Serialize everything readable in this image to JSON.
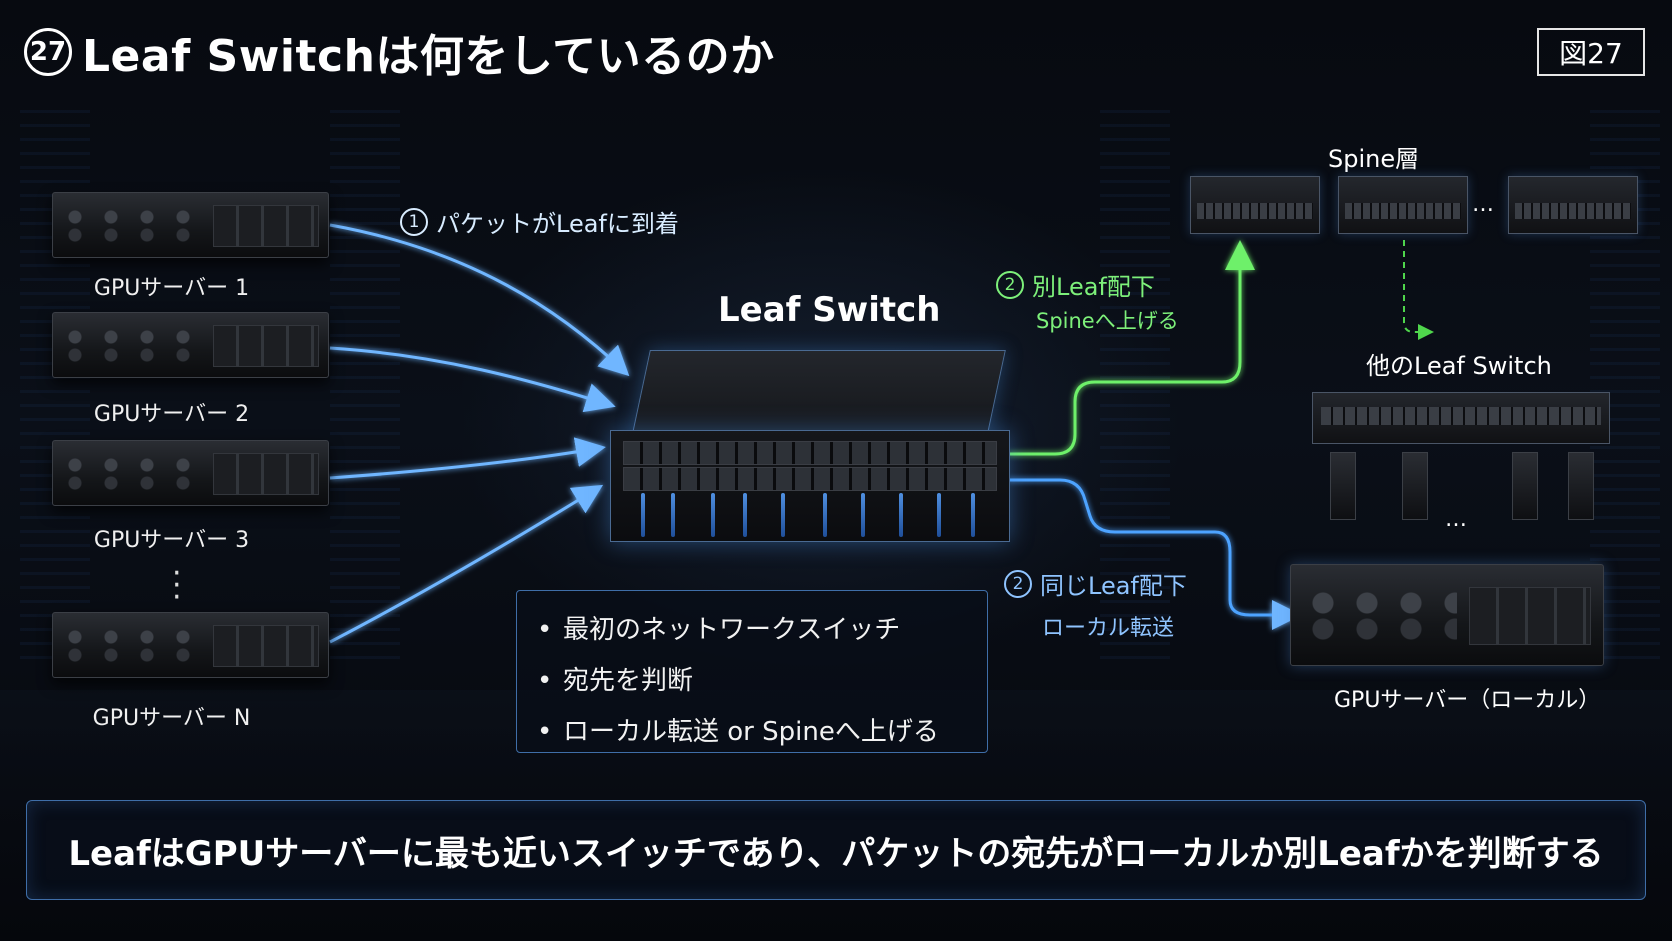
{
  "title": {
    "number": "27",
    "text": "Leaf Switchは何をしているのか"
  },
  "figure_badge": "図27",
  "servers": [
    {
      "label": "GPUサーバー 1"
    },
    {
      "label": "GPUサーバー 2"
    },
    {
      "label": "GPUサーバー 3"
    },
    {
      "label": "GPUサーバー N"
    }
  ],
  "step1": {
    "number": "1",
    "label": "パケットがLeafに到着"
  },
  "leaf": {
    "title": "Leaf Switch"
  },
  "step2_spine": {
    "number": "2",
    "line1": "別Leaf配下",
    "line2": "Spineへ上げる"
  },
  "step2_local": {
    "number": "2",
    "line1": "同じLeaf配下",
    "line2": "ローカル転送"
  },
  "spine": {
    "label": "Spine層",
    "ellipsis": "…"
  },
  "other_leaf": {
    "label": "他のLeaf Switch",
    "ellipsis": "…"
  },
  "local_server": {
    "label": "GPUサーバー（ローカル）"
  },
  "info_box": {
    "items": [
      "最初のネットワークスイッチ",
      "宛先を判断",
      "ローカル転送 or Spineへ上げる"
    ],
    "bullet": "•"
  },
  "summary": "LeafはGPUサーバーに最も近いスイッチであり、パケットの宛先がローカルか別Leafかを判断する",
  "colors": {
    "green": "#5ee85a",
    "blue": "#4ea3ff",
    "frame": "#3f6ea8"
  }
}
